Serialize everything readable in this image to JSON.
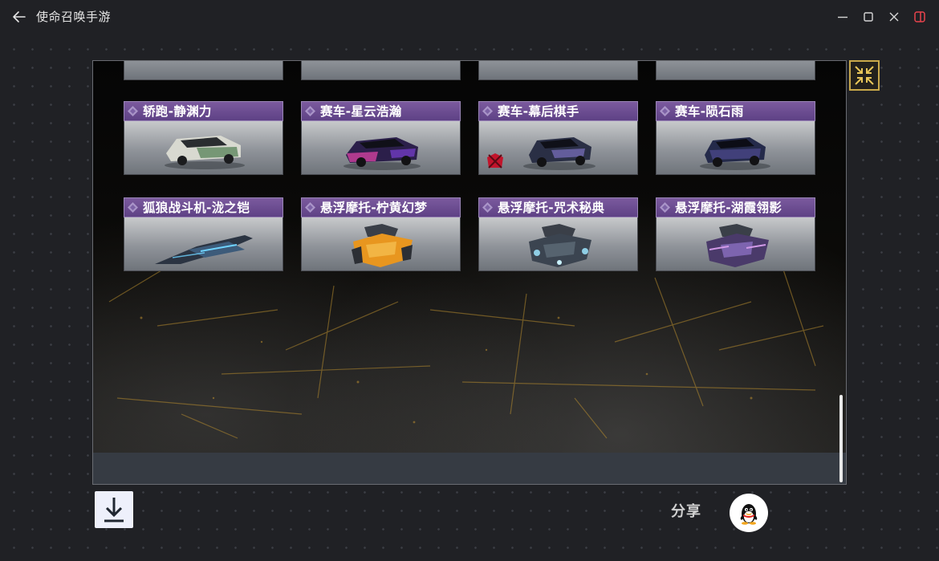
{
  "window": {
    "title": "使命召唤手游"
  },
  "icons": {
    "back": "arrow-left-icon",
    "minimize": "minimize-icon",
    "maximize": "maximize-icon",
    "close": "close-icon",
    "sidebar": "sidebar-toggle-icon",
    "expand": "collapse-arrows-icon",
    "download": "download-icon",
    "qq": "qq-penguin-icon"
  },
  "colors": {
    "card_header": "#6b4c92",
    "accent_gold": "#c9a94a",
    "window_control_red": "#e8434d"
  },
  "items": [
    {
      "label": "轿跑-静渊力"
    },
    {
      "label": "赛车-星云浩瀚"
    },
    {
      "label": "赛车-幕后棋手"
    },
    {
      "label": "赛车-陨石雨"
    },
    {
      "label": "狐狼战斗机-泷之铠"
    },
    {
      "label": "悬浮摩托-柠黄幻梦"
    },
    {
      "label": "悬浮摩托-咒术秘典"
    },
    {
      "label": "悬浮摩托-湖霞翎影"
    }
  ],
  "share": {
    "label": "分享"
  }
}
